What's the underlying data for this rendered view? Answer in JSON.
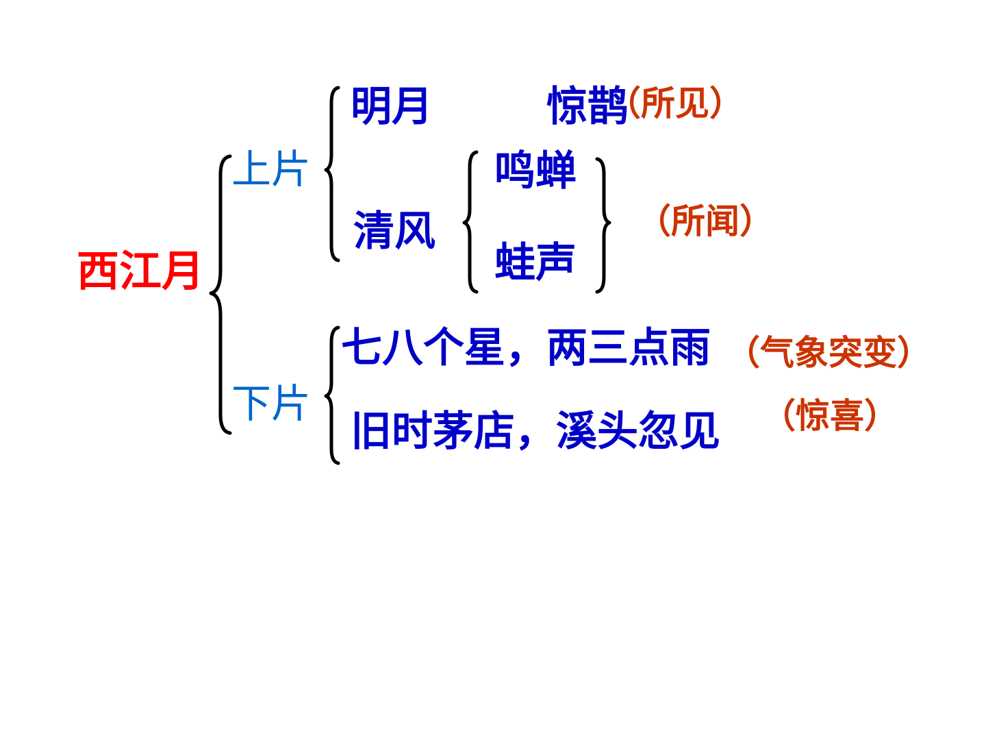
{
  "root": {
    "label": "西江月"
  },
  "upper": {
    "label": "上片",
    "moon": "明月",
    "magpie": "惊鹊",
    "seen": "（所见）",
    "breeze": "清风",
    "cicada": "鸣蝉",
    "frog": "蛙声",
    "heard": "（所闻）"
  },
  "lower": {
    "label": "下片",
    "line1": "七八个星，两三点雨",
    "note1": "（气象突变）",
    "line2": "旧时茅店，溪头忽见",
    "note2": "（惊喜）"
  }
}
